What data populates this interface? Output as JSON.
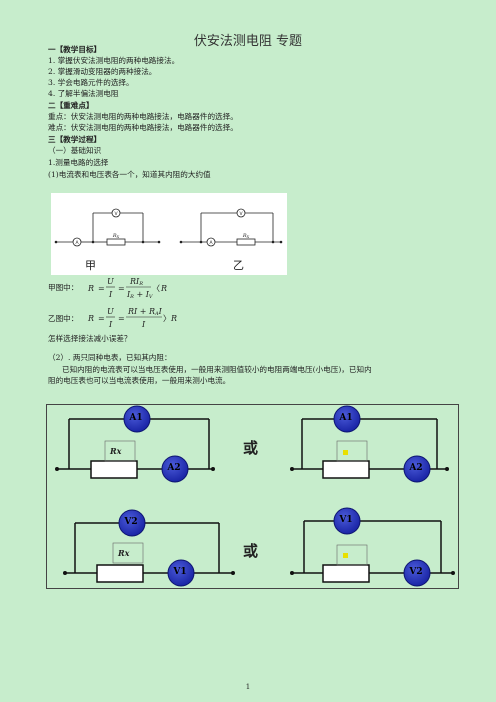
{
  "doc": {
    "title": "伏安法测电阻 专题",
    "sec1_heading": "一【教学目标】",
    "sec1_items": [
      "1.  掌握伏安法测电阻的两种电路接法。",
      "2.  掌握滑动变阻器的两种接法。",
      "3.  学会电路元件的选择。",
      "4.  了解半偏法测电阻"
    ],
    "sec2_heading": "二【重难点】",
    "sec2_items": [
      "重点：伏安法测电阻的两种电路接法，电路器件的选择。",
      "难点：伏安法测电阻的两种电路接法，电路器件的选择。"
    ],
    "sec3_heading": "三【教学过程】",
    "sub1": "（一）基础知识",
    "sub1_1": "1.测量电路的选择",
    "sub1_1a": "(1)电流表和电压表各一个，知道其内阻的大约值",
    "fig1_label_left": "甲",
    "fig1_label_right": "乙",
    "fig1_rx": "R",
    "fig1_rx_sub": "X",
    "eq1_prefix": "甲图中：",
    "eq2_prefix": "乙图中：",
    "question": "怎样选择接法减小误差？",
    "sub2": "（2）. 两只同种电表，已知其内阻：",
    "sub2_text1": "已知内阻的电流表可以当电压表使用，一般用来测阻值较小的电阻两端电压(小电压)，已知内",
    "sub2_text2": "阻的电压表也可以当电流表使用，一般用来测小电流。",
    "or_word": "或",
    "meters": {
      "a1": "A1",
      "a2": "A2",
      "v1": "V1",
      "v2": "V2",
      "rx": "Rx"
    },
    "page_number": "1"
  }
}
